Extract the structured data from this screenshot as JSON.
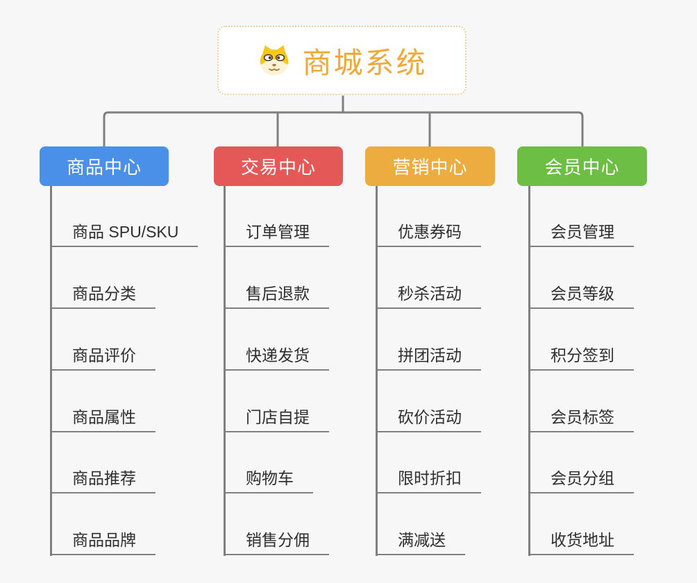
{
  "root": {
    "title": "商城系统",
    "icon": "dog-face-icon",
    "title_color": "#f0a938",
    "border_color": "#f2cd98"
  },
  "branches": [
    {
      "label": "商品中心",
      "color": "#4a90e8",
      "items": [
        "商品 SPU/SKU",
        "商品分类",
        "商品评价",
        "商品属性",
        "商品推荐",
        "商品品牌"
      ]
    },
    {
      "label": "交易中心",
      "color": "#e45858",
      "items": [
        "订单管理",
        "售后退款",
        "快递发货",
        "门店自提",
        "购物车",
        "销售分佣"
      ]
    },
    {
      "label": "营销中心",
      "color": "#edac3f",
      "items": [
        "优惠券码",
        "秒杀活动",
        "拼团活动",
        "砍价活动",
        "限时折扣",
        "满减送"
      ]
    },
    {
      "label": "会员中心",
      "color": "#6cbe44",
      "items": [
        "会员管理",
        "会员等级",
        "积分签到",
        "会员标签",
        "会员分组",
        "收货地址"
      ]
    }
  ],
  "connector_color": "#7f7f7f",
  "background_color": "#f7f7f7"
}
